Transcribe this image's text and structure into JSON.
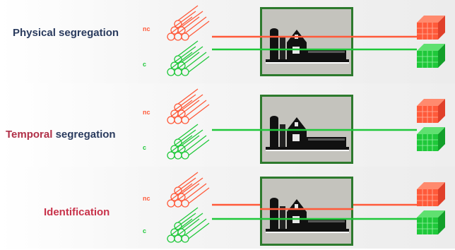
{
  "rows": [
    {
      "title_parts": [
        "Physical segregation"
      ],
      "title_colors": [
        "#2a3b5e"
      ],
      "label_nc": "nc",
      "label_c": "c",
      "red_line": "through",
      "green_line": "through"
    },
    {
      "title_parts": [
        "Temporal",
        " segregation"
      ],
      "title_colors": [
        "#b03048",
        "#2a3b5e"
      ],
      "label_nc": "nc",
      "label_c": "c",
      "red_line": "none",
      "green_line": "through"
    },
    {
      "title_parts": [
        "Identification"
      ],
      "title_colors": [
        "#c8324a"
      ],
      "label_nc": "nc",
      "label_c": "c",
      "red_line": "through",
      "green_line": "through"
    }
  ],
  "colors": {
    "red": "#ff5a3a",
    "green": "#1fc83a",
    "box_border": "#2d7a2d",
    "box_fill": "#c4c3bd"
  },
  "icons": {
    "raw_material": "log-pile-icon",
    "factory": "factory-icon",
    "product": "product-block-icon"
  }
}
